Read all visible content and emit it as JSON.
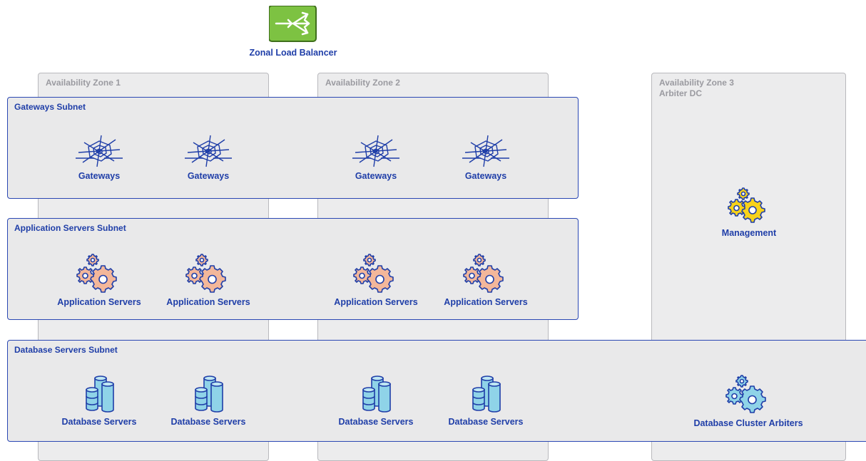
{
  "load_balancer": {
    "label": "Zonal Load Balancer",
    "color": "#7dc242"
  },
  "zones": [
    {
      "label": "Availability Zone 1"
    },
    {
      "label": "Availability Zone 2"
    },
    {
      "label": "Availability Zone 3\nArbiter DC"
    }
  ],
  "subnets": {
    "gateways": {
      "label": "Gateways Subnet",
      "nodes": [
        "Gateways",
        "Gateways",
        "Gateways",
        "Gateways"
      ]
    },
    "application": {
      "label": "Application Servers Subnet",
      "nodes": [
        "Application Servers",
        "Application Servers",
        "Application Servers",
        "Application Servers"
      ]
    },
    "database": {
      "label": "Database Servers Subnet",
      "nodes": [
        "Database Servers",
        "Database Servers",
        "Database Servers",
        "Database Servers",
        "Database Cluster Arbiters"
      ]
    }
  },
  "management": {
    "label": "Management"
  },
  "colors": {
    "brand_blue": "#1f3ea8",
    "zone_border": "#b9b9bd",
    "gear_pink": "#f3b79a",
    "gear_yellow": "#f7d21a",
    "db_cyan": "#8fd3e8"
  }
}
